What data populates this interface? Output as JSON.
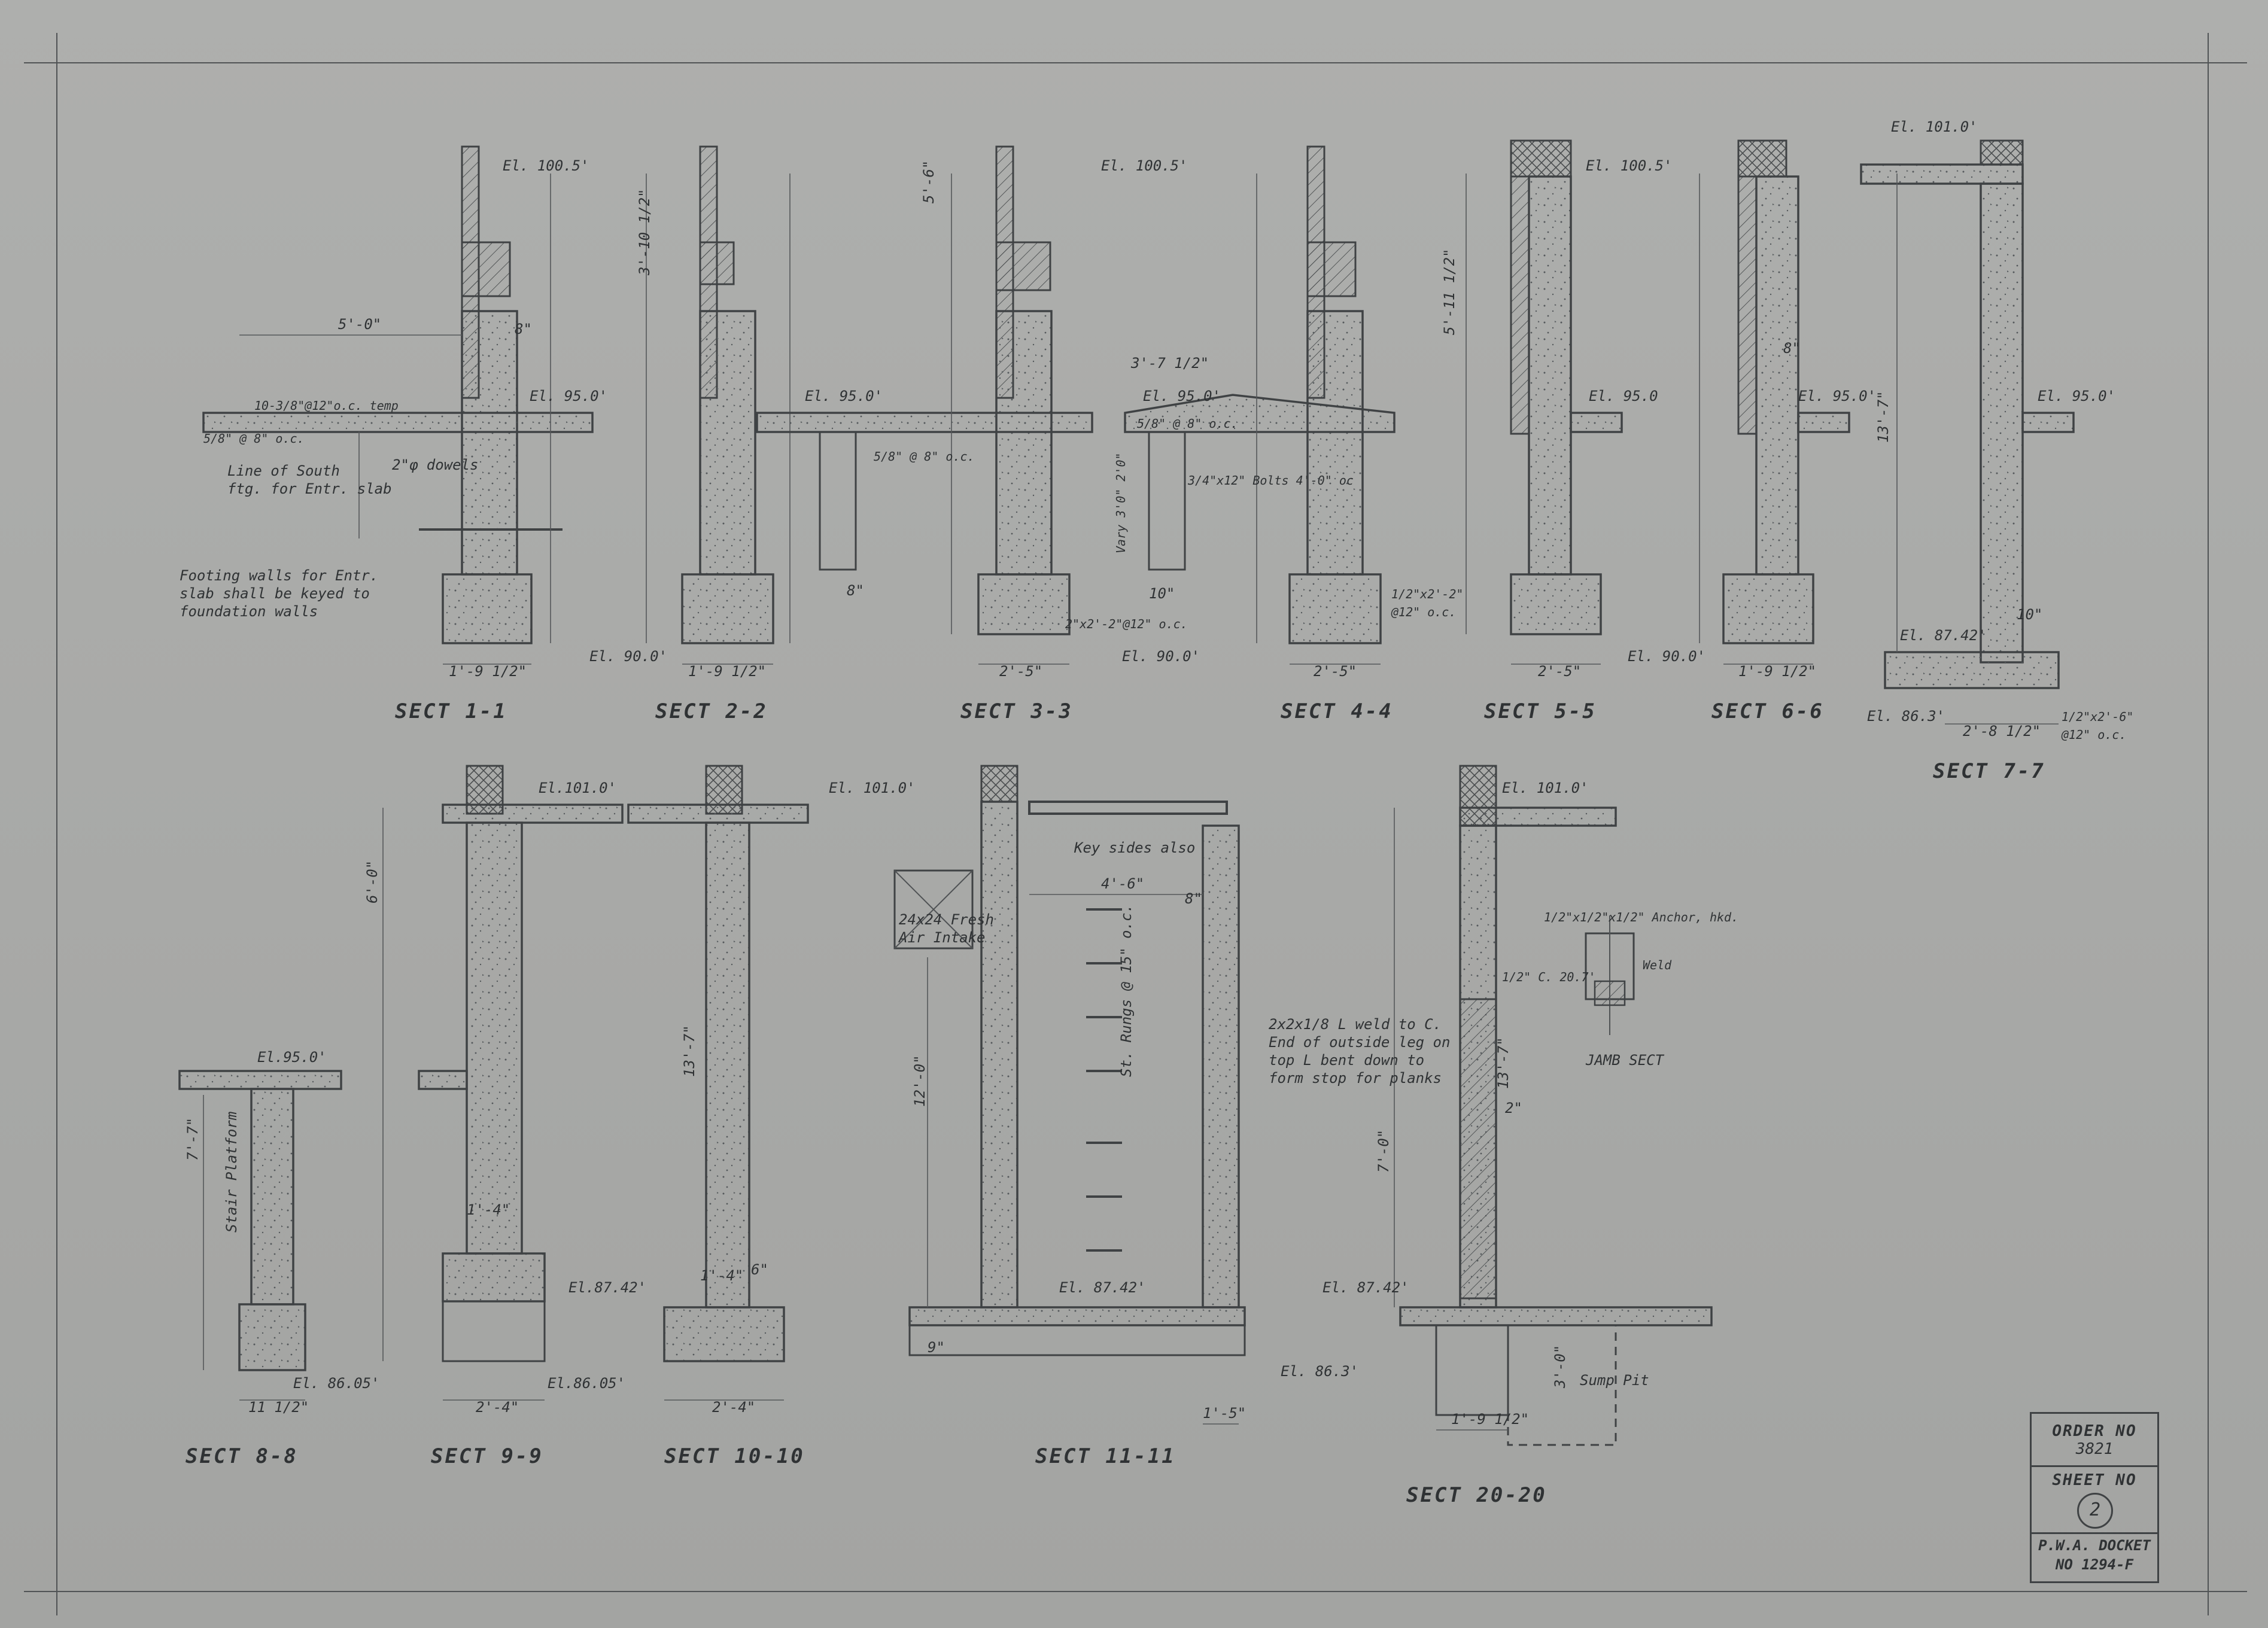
{
  "sections": {
    "s11": "SECT 1-1",
    "s22": "SECT 2-2",
    "s33": "SECT 3-3",
    "s44": "SECT 4-4",
    "s55": "SECT 5-5",
    "s66": "SECT 6-6",
    "s77": "SECT 7-7",
    "s88": "SECT 8-8",
    "s99": "SECT 9-9",
    "s1010": "SECT 10-10",
    "s1111": "SECT 11-11",
    "s2020": "SECT 20-20",
    "jamb": "JAMB SECT"
  },
  "elevations": {
    "e1005": "El. 100.5'",
    "e950": "El. 95.0'",
    "e950b": "El. 95.0",
    "e900": "El. 90.0'",
    "e1010": "El. 101.0'",
    "e8742": "El. 87.42'",
    "e863": "El. 86.3'",
    "e8605": "El. 86.05'",
    "e1010b": "El.101.0'",
    "e8742b": "El.87.42'",
    "e95b": "El.95.0'",
    "e8605b": "El.86.05'",
    "e207": "1/2\" C. 20.7'"
  },
  "notes": {
    "temp": "10-3/8\"@12\"o.c. temp",
    "line_south": "Line of South",
    "ftg_entr": "ftg. for Entr. slab",
    "dowels": "2\"φ dowels",
    "footing1": "Footing walls for Entr.",
    "footing2": "slab shall be keyed to",
    "footing3": "foundation walls",
    "bolts": "3/4\"x12\" Bolts 4'-0\" oc",
    "vary": "Vary 3'0\" 2'0\"",
    "keysides": "Key sides also",
    "intake1": "24x24 Fresh",
    "intake2": "Air Intake",
    "rungs": "St. Rungs @ 15\" o.c.",
    "stair": "Stair Platform",
    "anchor": "1/2\"x1/2\"x1/2\" Anchor, hkd.",
    "weld": "Weld",
    "plank1": "2x2x1/8 L weld to C.",
    "plank2": "End of outside leg on",
    "plank3": "top L bent down to",
    "plank4": "form stop for planks",
    "sump": "Sump Pit",
    "bar_s": "5/8\" @ 8\" o.c.",
    "bar_a": "1/2\"x2'-2\"",
    "bar_b": "@12\" o.c.",
    "bar_c": "2\"x2'-2\"@12\" o.c.",
    "bar_d": "1/2\"x2'-6\""
  },
  "dims": {
    "d50": "5'-0\"",
    "d56": "5'-6\"",
    "d310": "3'-10 1/2\"",
    "d196": "1'-9 1/2\"",
    "d25": "2'-5\"",
    "d376": "3'-7 1/2\"",
    "d5112": "5'-11 1/2\"",
    "d137": "13'-7\"",
    "d2812": "2'-8 1/2\"",
    "d60": "6'-0\"",
    "d24": "2'-4\"",
    "d46": "4'-6\"",
    "d120": "12'-0\"",
    "d15": "1'-5\"",
    "d77": "7'-7\"",
    "d116": "11 1/2\"",
    "d70": "7'-0\"",
    "d30": "3'-0\"",
    "d14": "1'-4\"",
    "d8": "8\"",
    "d10": "10\"",
    "d6": "6\"",
    "d9": "9\"",
    "d2": "2\""
  },
  "title_block": {
    "order_label": "ORDER NO",
    "order_no": "3821",
    "sheet_label": "SHEET NO",
    "sheet_no": "2",
    "docket_label": "P.W.A. DOCKET",
    "docket_no": "NO 1294-F"
  }
}
